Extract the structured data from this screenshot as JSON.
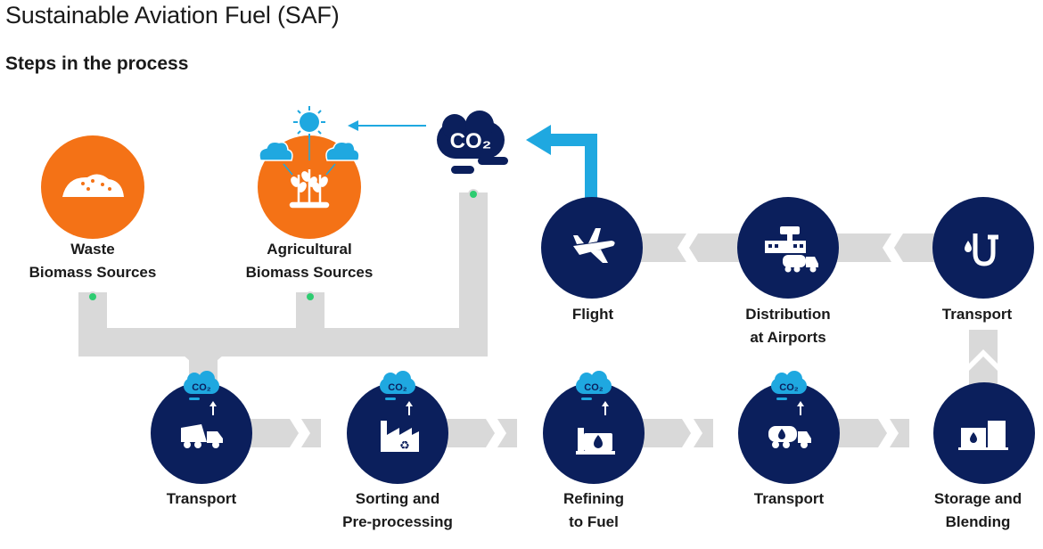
{
  "header": {
    "title": "Sustainable Aviation Fuel (SAF)",
    "subtitle": "Steps in the process"
  },
  "co2": {
    "main_label": "CO₂",
    "emission_label": "CO₂"
  },
  "sources": [
    {
      "id": "waste",
      "line1": "Waste",
      "line2": "Biomass Sources",
      "color": "#F47216"
    },
    {
      "id": "agri",
      "line1": "Agricultural",
      "line2": "Biomass Sources",
      "color": "#F47216"
    }
  ],
  "steps_bottom": [
    {
      "line1": "Transport",
      "line2": ""
    },
    {
      "line1": "Sorting and",
      "line2": "Pre-processing"
    },
    {
      "line1": "Refining",
      "line2": "to Fuel"
    },
    {
      "line1": "Transport",
      "line2": ""
    },
    {
      "line1": "Storage and",
      "line2": "Blending"
    }
  ],
  "steps_top": [
    {
      "line1": "Flight",
      "line2": ""
    },
    {
      "line1": "Distribution",
      "line2": "at Airports"
    },
    {
      "line1": "Transport",
      "line2": ""
    }
  ],
  "colors": {
    "navy": "#0B1F5C",
    "orange": "#F47216",
    "sky": "#1FA8E0",
    "track": "#D9D9D9",
    "dot": "#2ECC71"
  }
}
